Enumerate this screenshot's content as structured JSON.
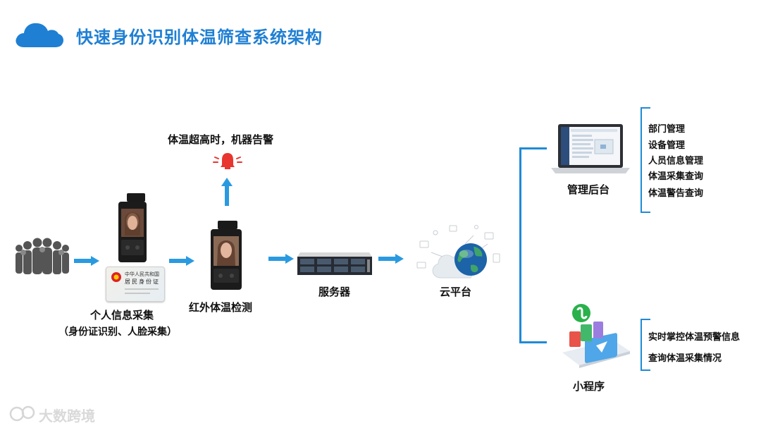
{
  "title": "快速身份识别体温筛查系统架构",
  "alarm_text": "体温超高时，机器告警",
  "person_info": {
    "line1": "个人信息采集",
    "line2": "（身份证识别、人脸采集）"
  },
  "id_card_text": {
    "header": "中华人民共和国",
    "name": "居民身份证"
  },
  "infrared_label": "红外体温检测",
  "server_label": "服务器",
  "cloud_label": "云平台",
  "admin": {
    "label": "管理后台",
    "items": [
      "部门管理",
      "设备管理",
      "人员信息管理",
      "体温采集查询",
      "体温警告查询"
    ]
  },
  "miniapp": {
    "label": "小程序",
    "items": [
      "实时掌控体温预警信息",
      "查询体温采集情况"
    ]
  },
  "watermark": "大数跨境",
  "colors": {
    "accent": "#1f7fd3",
    "arrow": "#2a9ae0",
    "alarm": "#e8352e"
  }
}
